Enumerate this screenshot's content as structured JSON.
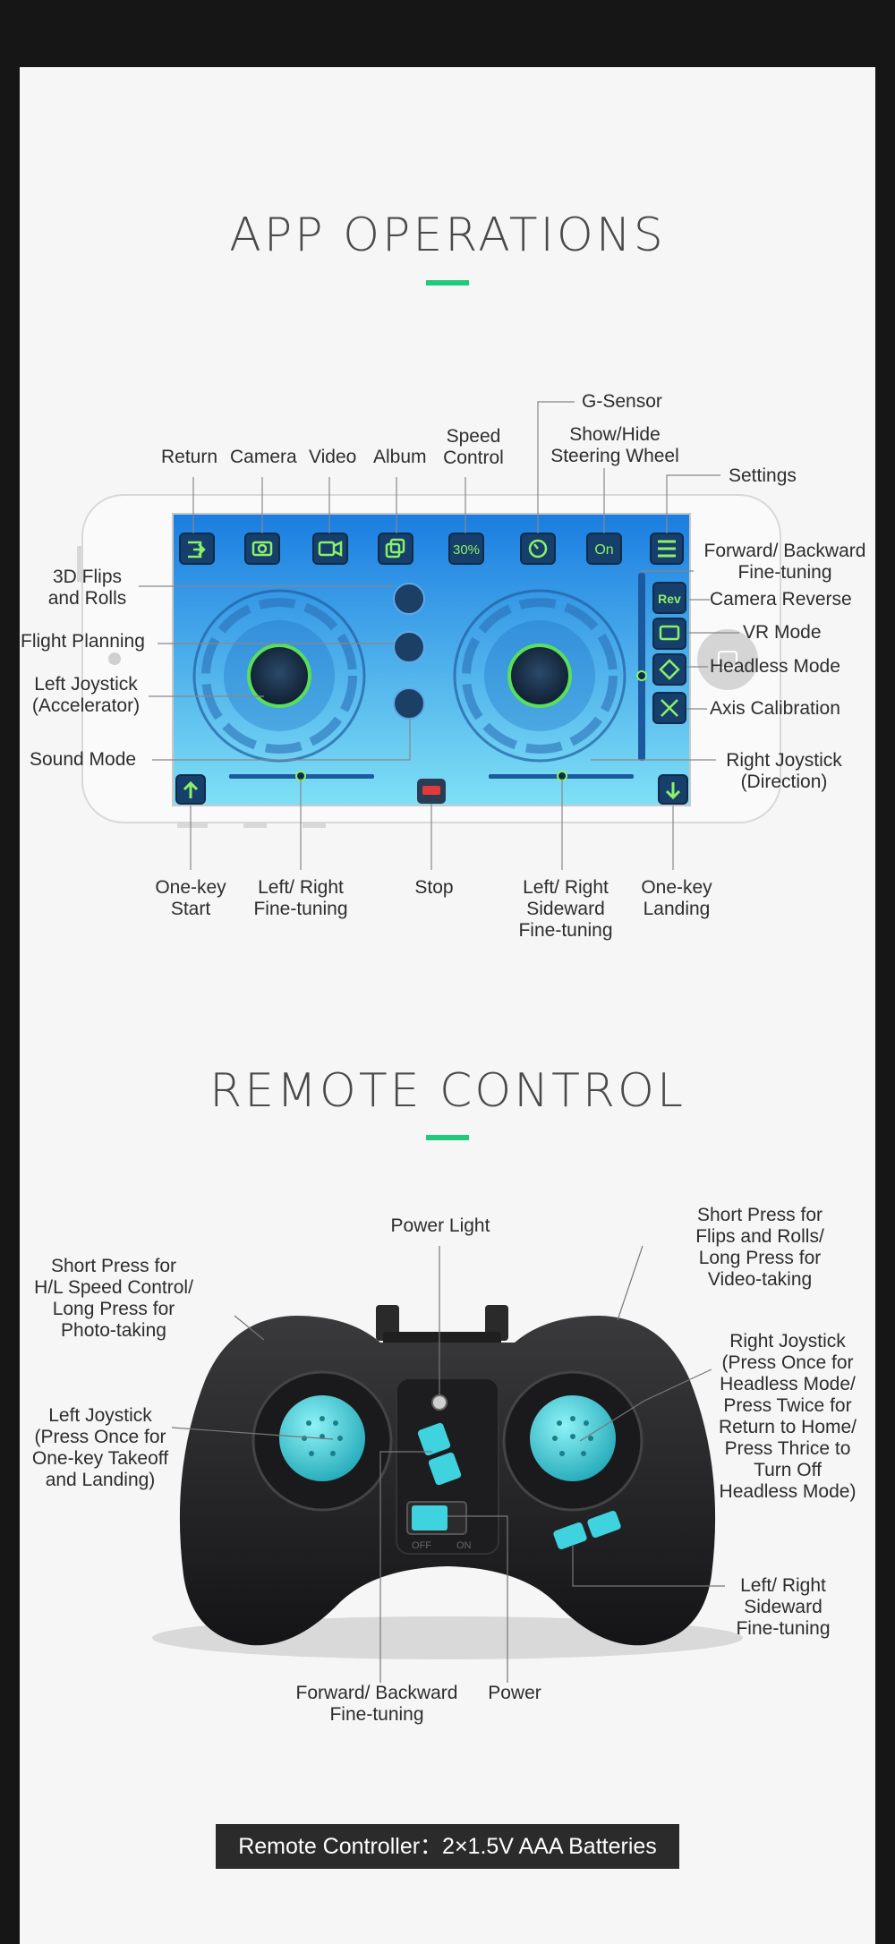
{
  "sections": {
    "app_title": "APP OPERATIONS",
    "remote_title": "REMOTE CONTROL"
  },
  "app": {
    "top_labels": {
      "return": "Return",
      "camera": "Camera",
      "video": "Video",
      "album": "Album",
      "speed_1": "Speed",
      "speed_2": "Control",
      "gsensor": "G-Sensor",
      "steer_1": "Show/Hide",
      "steer_2": "Steering Wheel",
      "settings": "Settings"
    },
    "left_labels": {
      "flips_1": "3D Flips",
      "flips_2": "and Rolls",
      "flight_planning": "Flight Planning",
      "ljoy_1": "Left Joystick",
      "ljoy_2": "(Accelerator)",
      "sound_mode": "Sound Mode"
    },
    "right_labels": {
      "fb_1": "Forward/ Backward",
      "fb_2": "Fine-tuning",
      "cam_rev": "Camera Reverse",
      "vr": "VR Mode",
      "headless": "Headless Mode",
      "axis": "Axis Calibration",
      "rjoy_1": "Right Joystick",
      "rjoy_2": "(Direction)"
    },
    "bottom_labels": {
      "start_1": "One-key",
      "start_2": "Start",
      "lr_1": "Left/ Right",
      "lr_2": "Fine-tuning",
      "stop": "Stop",
      "side_1": "Left/ Right",
      "side_2": "Sideward",
      "side_3": "Fine-tuning",
      "land_1": "One-key",
      "land_2": "Landing"
    },
    "screen_text": {
      "speed_pct": "30%",
      "steer_btn": "On",
      "rev_btn": "Rev"
    }
  },
  "remote": {
    "power_light": "Power Light",
    "left_shoulder": [
      "Short Press for",
      "H/L Speed Control/",
      "Long Press for",
      "Photo-taking"
    ],
    "right_shoulder": [
      "Short Press for",
      "Flips and Rolls/",
      "Long Press for",
      "Video-taking"
    ],
    "left_joy": [
      "Left Joystick",
      "(Press Once for",
      "One-key Takeoff",
      "and Landing)"
    ],
    "right_joy": [
      "Right Joystick",
      "(Press Once for",
      "Headless Mode/",
      "Press Twice for",
      "Return to Home/",
      "Press Thrice to",
      "Turn Off",
      "Headless Mode)"
    ],
    "lr_side": [
      "Left/ Right",
      "Sideward",
      "Fine-tuning"
    ],
    "fb_tune": [
      "Forward/ Backward",
      "Fine-tuning"
    ],
    "power": "Power",
    "switch_off": "OFF",
    "switch_on": "ON",
    "battery": "Remote Controller：2×1.5V  AAA  Batteries"
  },
  "colors": {
    "accent": "#22c97a",
    "screen_top": "#1a7de0",
    "screen_bottom": "#7fe0f6",
    "cyan": "#3fd3e0"
  }
}
